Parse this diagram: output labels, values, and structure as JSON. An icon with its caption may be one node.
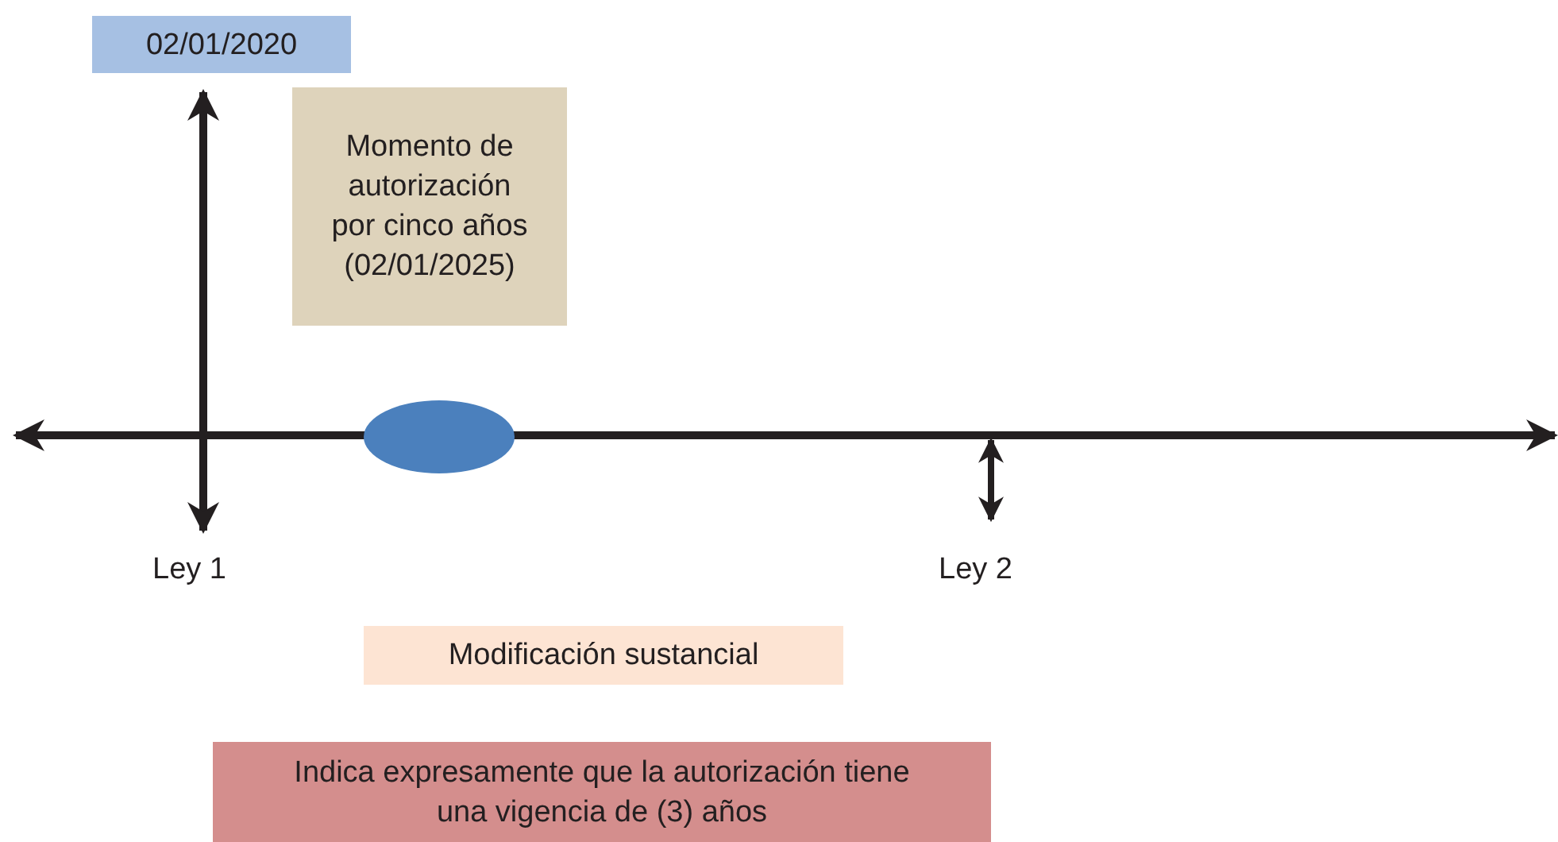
{
  "diagram": {
    "nodes": [
      {
        "text": [
          "02/01/2020"
        ]
      },
      {
        "text": [
          "Momento de autorización por cinco años (02/01/2025)"
        ]
      },
      {
        "text": [],
        "shape": "ellipse"
      },
      {
        "text": [
          "Modificación sustancial"
        ]
      },
      {
        "text": [
          "Indica expresamente que la autorización tiene una vigencia de (3) años"
        ]
      }
    ],
    "edges": [],
    "labels": [
      "Ley 1",
      "Ley 2"
    ]
  }
}
